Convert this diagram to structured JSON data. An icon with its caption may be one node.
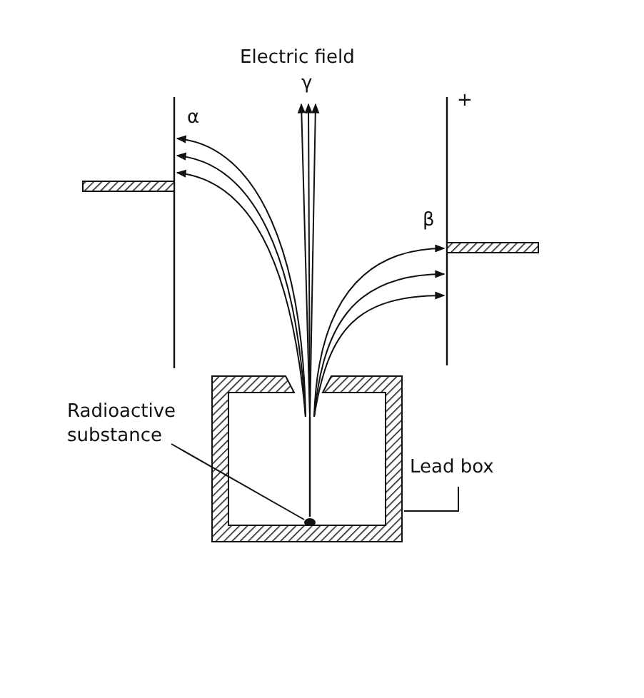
{
  "diagram": {
    "nodes": [
      {
        "text": [
          "Radioactive substance"
        ]
      },
      {
        "text": [],
        "shape": "circle"
      },
      {
        "text": [
          "Lead box"
        ]
      },
      {
        "text": [],
        "shape": "box"
      }
    ],
    "edges": [
      {
        "from": 0,
        "to": 1,
        "arrow": "none"
      },
      {
        "from": 2,
        "to": 3,
        "arrow": "none"
      }
    ],
    "labels": [
      "Electric field",
      "γ",
      "α",
      "+",
      "β"
    ]
  }
}
